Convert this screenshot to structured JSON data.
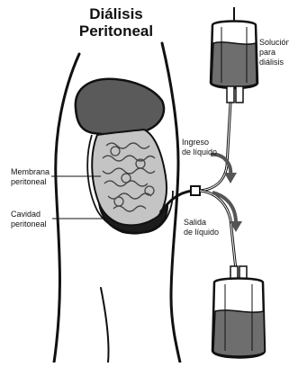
{
  "title": {
    "line1": "Diálisis",
    "line2": "Peritoneal"
  },
  "labels": {
    "solution": "Solución\npara\ndiálisis",
    "inflow": "Ingreso\nde líquido",
    "outflow": "Salida\nde líquido",
    "membrane": "Membrana\nperitoneal",
    "cavity": "Cavidad\nperitoneal"
  },
  "colors": {
    "ink": "#111111",
    "fluid": "#6e6e6e",
    "organ_dark": "#5a5a5a",
    "intestine": "#b8b8b8",
    "cavity": "#1c1c1c"
  }
}
